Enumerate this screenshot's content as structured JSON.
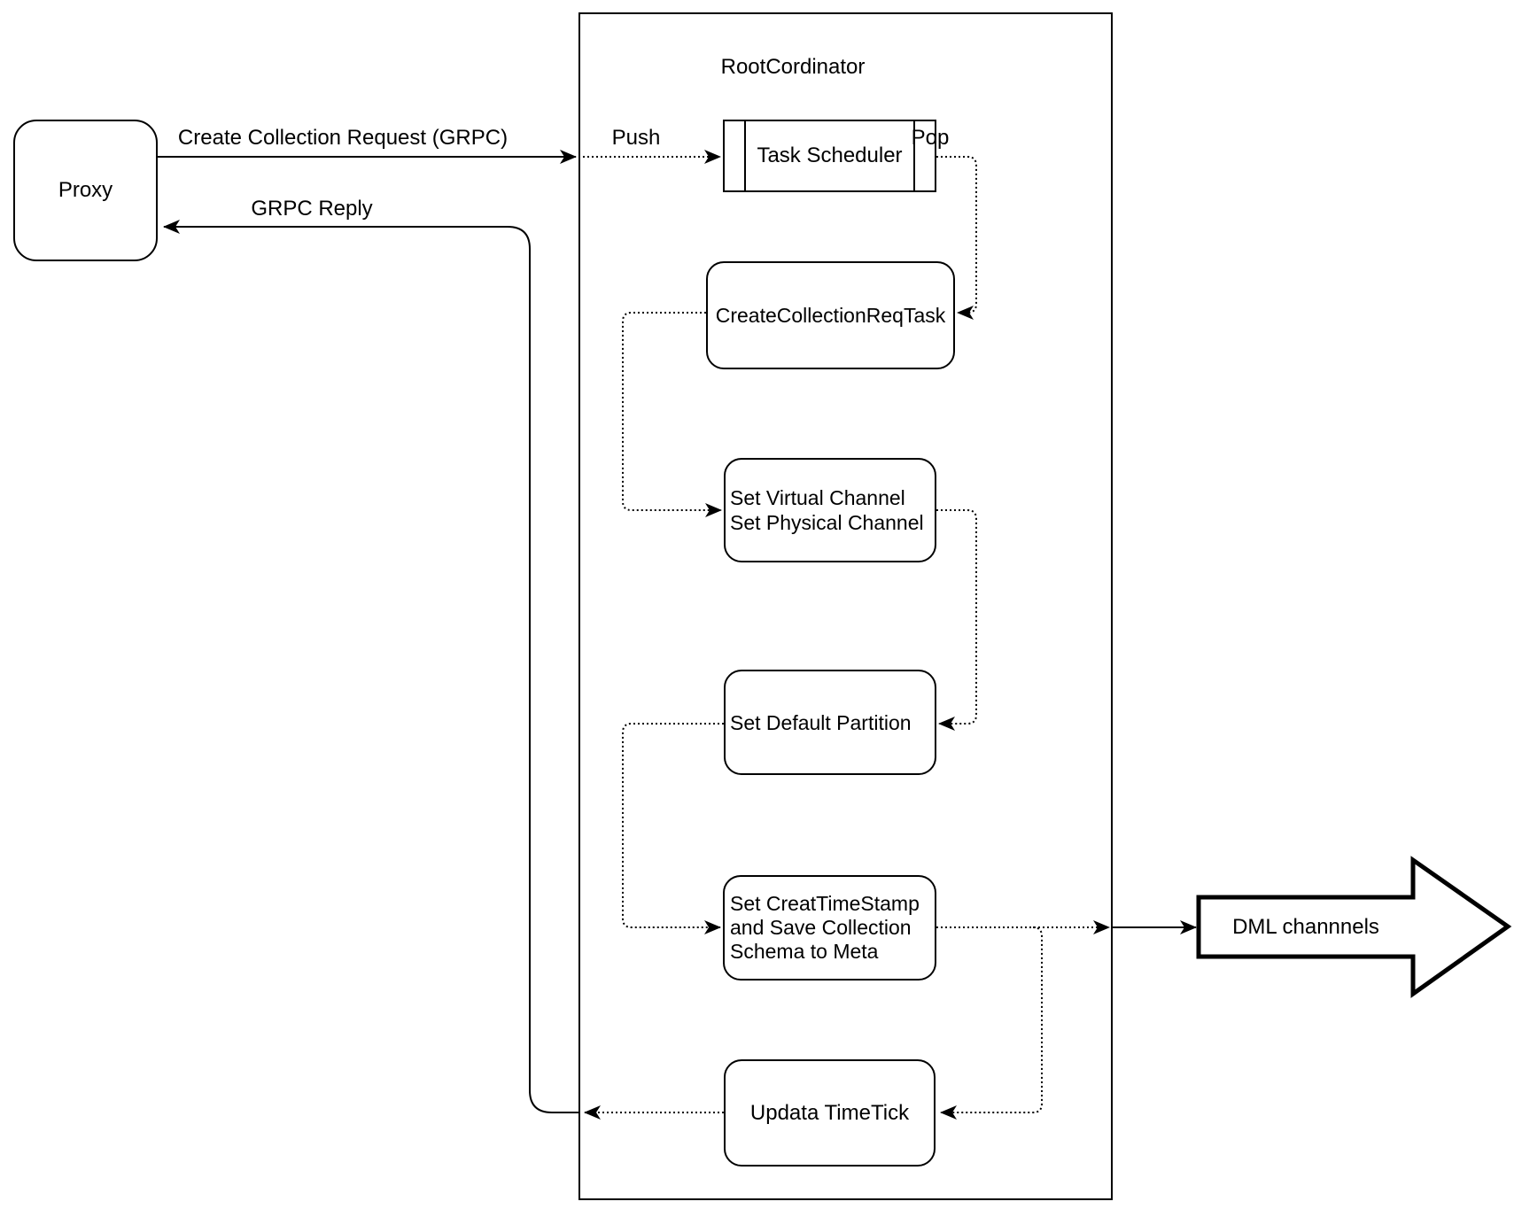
{
  "diagram": {
    "container": {
      "title": "RootCordinator"
    },
    "nodes": {
      "proxy": {
        "label": "Proxy"
      },
      "task_scheduler": {
        "label": "Task Scheduler"
      },
      "create_collection_req_task": {
        "label": "CreateCollectionReqTask"
      },
      "set_channels": {
        "line1": "Set Virtual Channel",
        "line2": "Set Physical Channel"
      },
      "set_default_partition": {
        "label": "Set Default Partition"
      },
      "set_timestamp": {
        "line1": "Set CreatTimeStamp",
        "line2": "and Save Collection",
        "line3": "Schema to Meta"
      },
      "update_timetick": {
        "label": "Updata TimeTick"
      },
      "dml_channels": {
        "label": "DML channnels"
      }
    },
    "edge_labels": {
      "create_request": "Create Collection Request (GRPC)",
      "grpc_reply": "GRPC Reply",
      "push": "Push",
      "pop": "Pop"
    },
    "colors": {
      "stroke": "#000000",
      "background": "#ffffff"
    }
  }
}
